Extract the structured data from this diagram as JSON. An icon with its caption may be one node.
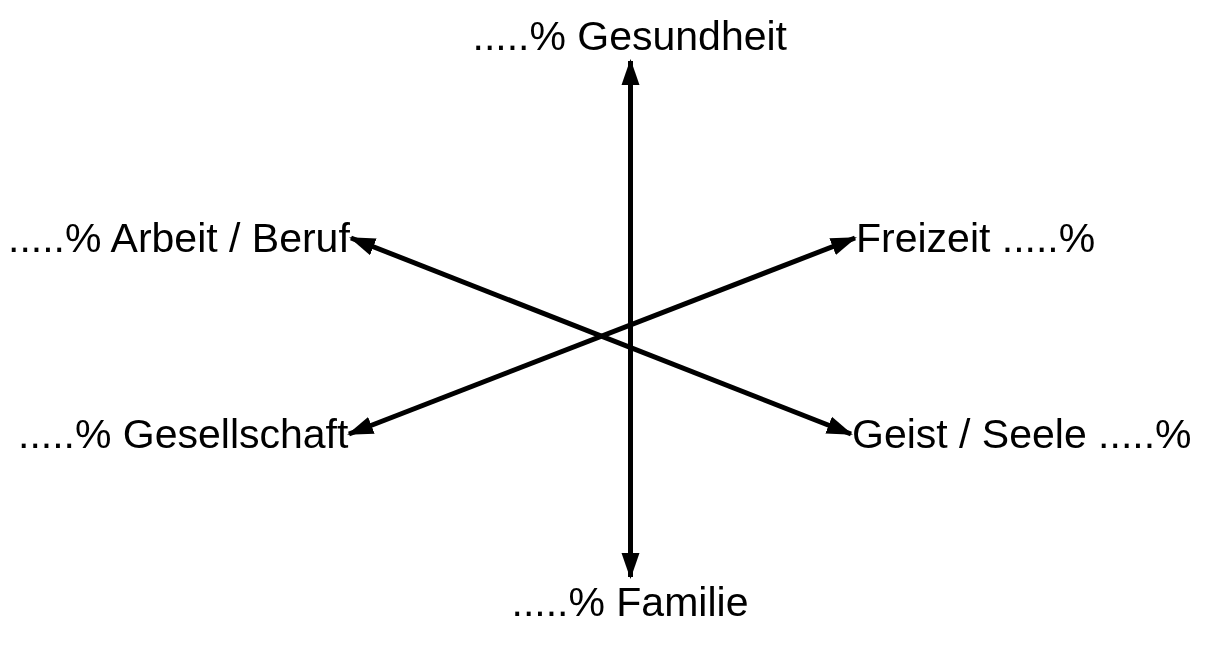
{
  "diagram": {
    "nodes": [
      {
        "text": [
          ".....% Gesundheit"
        ]
      },
      {
        "text": [
          ".....% Arbeit / Beruf"
        ]
      },
      {
        "text": [
          "Freizeit .....%"
        ]
      },
      {
        "text": [
          ".....% Gesellschaft"
        ]
      },
      {
        "text": [
          "Geist / Seele .....%"
        ]
      },
      {
        "text": [
          ".....% Familie"
        ]
      }
    ],
    "edges": [
      {
        "from": 0,
        "to": 5,
        "arrow": "both"
      },
      {
        "from": 1,
        "to": 4,
        "arrow": "both"
      },
      {
        "from": 2,
        "to": 3,
        "arrow": "both"
      }
    ]
  }
}
